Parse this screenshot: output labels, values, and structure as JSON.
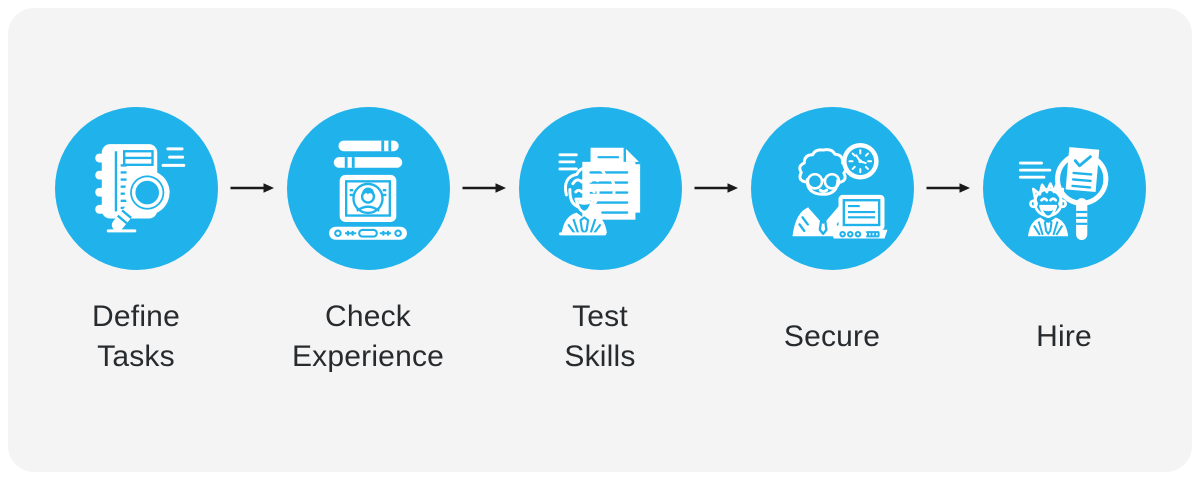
{
  "diagram": {
    "kind": "horizontal-process-flow",
    "step_count": 5,
    "arrow_glyph": "→",
    "arrow_count": 4
  },
  "colors": {
    "canvas_bg": "#ffffff",
    "card_bg": "#f4f4f5",
    "circle_bg": "#20b2ea",
    "icon_color": "#ffffff",
    "arrow": "#1a1a1a",
    "label_text": "#282b2e"
  },
  "steps": [
    {
      "id": "define-tasks",
      "label": "Define Tasks",
      "label_lines": [
        "Define",
        "Tasks"
      ],
      "icon": "notebook-magnifier-icon"
    },
    {
      "id": "check-experience",
      "label": "Check Experience",
      "label_lines": [
        "Check",
        "Experience"
      ],
      "icon": "laptop-candidate-profile-icon"
    },
    {
      "id": "test-skills",
      "label": "Test Skills",
      "label_lines": [
        "Test",
        "Skills"
      ],
      "icon": "candidate-with-documents-icon"
    },
    {
      "id": "secure",
      "label": "Secure",
      "label_lines": [
        "Secure"
      ],
      "icon": "recruiter-clock-laptop-icon"
    },
    {
      "id": "hire",
      "label": "Hire",
      "label_lines": [
        "Hire"
      ],
      "icon": "candidate-magnifier-checklist-icon"
    }
  ]
}
